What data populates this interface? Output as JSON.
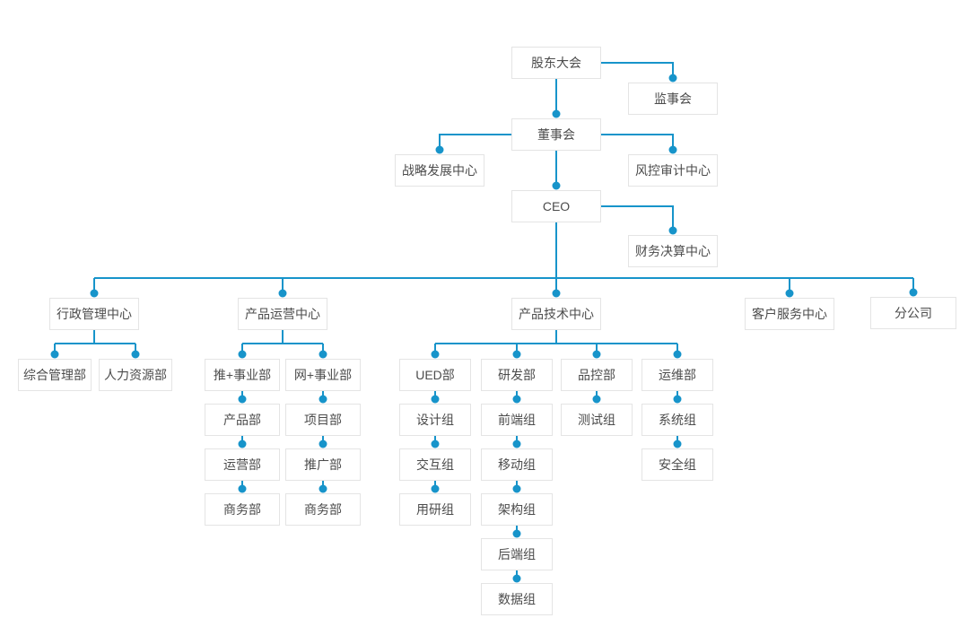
{
  "colors": {
    "line": "#1794ca",
    "box_border": "#e4e4e4",
    "box_background": "#ffffff",
    "box_text": "#4c4c4c",
    "page_background": "#ffffff"
  },
  "nodes": {
    "shareholders_meeting": "股东大会",
    "supervisory_board": "监事会",
    "board_of_directors": "董事会",
    "strategy_development_center": "战略发展中心",
    "risk_audit_center": "风控审计中心",
    "ceo": "CEO",
    "financial_settlement_center": "财务决算中心",
    "admin_management_center": "行政管理中心",
    "product_operations_center": "产品运营中心",
    "product_technology_center": "产品技术中心",
    "customer_service_center": "客户服务中心",
    "branch_company": "分公司",
    "general_management_dept": "综合管理部",
    "human_resources_dept": "人力资源部",
    "tui_plus_division": "推+事业部",
    "wang_plus_division": "网+事业部",
    "ued_dept": "UED部",
    "rd_dept": "研发部",
    "quality_control_dept": "品控部",
    "ops_maintenance_dept": "运维部",
    "product_dept": "产品部",
    "project_dept": "项目部",
    "design_group": "设计组",
    "frontend_group": "前端组",
    "testing_group": "测试组",
    "system_group": "系统组",
    "operations_dept": "运营部",
    "promotion_dept": "推广部",
    "interaction_group": "交互组",
    "mobile_group": "移动组",
    "security_group": "安全组",
    "business_dept_tui": "商务部",
    "business_dept_wang": "商务部",
    "user_research_group": "用研组",
    "architecture_group": "架构组",
    "backend_group": "后端组",
    "data_group": "数据组"
  },
  "hierarchy": {
    "shareholders_meeting": {
      "supervisory_board": {},
      "board_of_directors": {
        "strategy_development_center": {},
        "risk_audit_center": {},
        "ceo": {
          "financial_settlement_center": {},
          "admin_management_center": {
            "general_management_dept": {},
            "human_resources_dept": {}
          },
          "product_operations_center": {
            "tui_plus_division": {
              "product_dept": {
                "operations_dept": {
                  "business_dept_tui": {}
                }
              }
            },
            "wang_plus_division": {
              "project_dept": {
                "promotion_dept": {
                  "business_dept_wang": {}
                }
              }
            }
          },
          "product_technology_center": {
            "ued_dept": {
              "design_group": {
                "interaction_group": {
                  "user_research_group": {}
                }
              }
            },
            "rd_dept": {
              "frontend_group": {
                "mobile_group": {
                  "architecture_group": {
                    "backend_group": {
                      "data_group": {}
                    }
                  }
                }
              }
            },
            "quality_control_dept": {
              "testing_group": {}
            },
            "ops_maintenance_dept": {
              "system_group": {
                "security_group": {}
              }
            }
          },
          "customer_service_center": {},
          "branch_company": {}
        }
      }
    }
  }
}
